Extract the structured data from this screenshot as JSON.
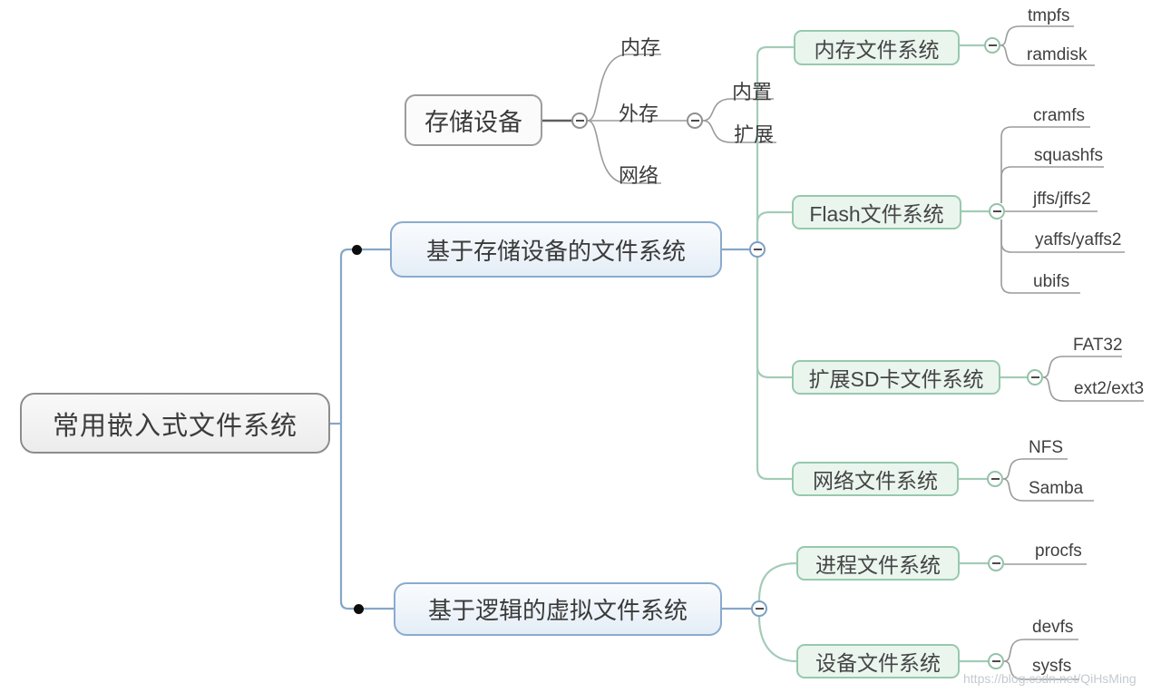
{
  "colors": {
    "background": "#ffffff",
    "root_border": "#8d8d8d",
    "root_fill": "#f0f0f0",
    "blue_border": "#8aabce",
    "blue_fill": "#eaf1f8",
    "green_border": "#97c9ad",
    "green_fill": "#eaf5ee",
    "wire_gray": "#9b9b9b",
    "wire_green": "#a3ccb7",
    "wire_blue": "#85a7c7",
    "junction_dot": "#0d0d0d"
  },
  "root": {
    "label": "常用嵌入式文件系统"
  },
  "storage_map": {
    "root_label": "存储设备",
    "children": [
      {
        "label": "内存"
      },
      {
        "label": "外存",
        "children": [
          {
            "label": "内置"
          },
          {
            "label": "扩展"
          }
        ]
      },
      {
        "label": "网络"
      }
    ]
  },
  "branches": [
    {
      "label": "基于存储设备的文件系统",
      "children": [
        {
          "label": "内存文件系统",
          "leaves": [
            "tmpfs",
            "ramdisk"
          ]
        },
        {
          "label": "Flash文件系统",
          "leaves": [
            "cramfs",
            "squashfs",
            "jffs/jffs2",
            "yaffs/yaffs2",
            "ubifs"
          ]
        },
        {
          "label": "扩展SD卡文件系统",
          "leaves": [
            "FAT32",
            "ext2/ext3"
          ]
        },
        {
          "label": "网络文件系统",
          "leaves": [
            "NFS",
            "Samba"
          ]
        }
      ]
    },
    {
      "label": "基于逻辑的虚拟文件系统",
      "children": [
        {
          "label": "进程文件系统",
          "leaves": [
            "procfs"
          ]
        },
        {
          "label": "设备文件系统",
          "leaves": [
            "devfs",
            "sysfs"
          ]
        }
      ]
    }
  ],
  "watermark": "https://blog.csdn.net/QiHsMing"
}
